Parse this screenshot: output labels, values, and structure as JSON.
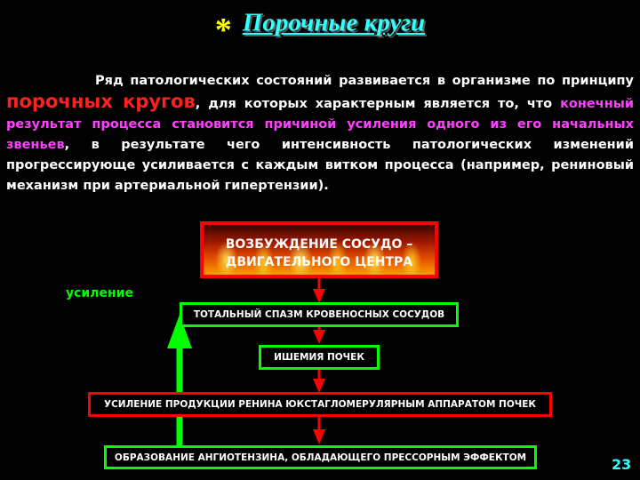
{
  "title": {
    "star": "*",
    "text": "Порочные круги"
  },
  "paragraph": {
    "part1": "Ряд патологических состояний развивается в организме по принципу ",
    "highlight1": "порочных кругов",
    "part2": ", для которых характерным является то, что ",
    "highlight2": "конечный результат процесса становится причиной усиления одного из его начальных звеньев",
    "part3": ", в результате чего интенсивность патологических изменений прогрессирующе усиливается с каждым витком процесса (например, рениновый механизм при артериальной гипертензии)."
  },
  "diagram": {
    "top_box": "ВОЗБУЖДЕНИЕ СОСУДО – ДВИГАТЕЛЬНОГО ЦЕНТРА",
    "feedback_label": "усиление",
    "box_spasm": "ТОТАЛЬНЫЙ СПАЗМ КРОВЕНОСНЫХ СОСУДОВ",
    "box_ischemia": "ИШЕМИЯ ПОЧЕК",
    "box_renin": "УСИЛЕНИЕ ПРОДУКЦИИ РЕНИНА ЮКСТАГЛОМЕРУЛЯРНЫМ АППАРАТОМ ПОЧЕК",
    "box_angiotensin": "ОБРАЗОВАНИЕ АНГИОТЕНЗИНА, ОБЛАДАЮЩЕГО ПРЕССОРНЫМ ЭФФЕКТОМ"
  },
  "page_number": "23",
  "colors": {
    "background": "#000000",
    "title": "#33ffff",
    "star": "#ffff00",
    "highlight_red": "#ff2020",
    "highlight_magenta": "#ff40ff",
    "box_green": "#00ff00",
    "box_red": "#ff0000"
  }
}
